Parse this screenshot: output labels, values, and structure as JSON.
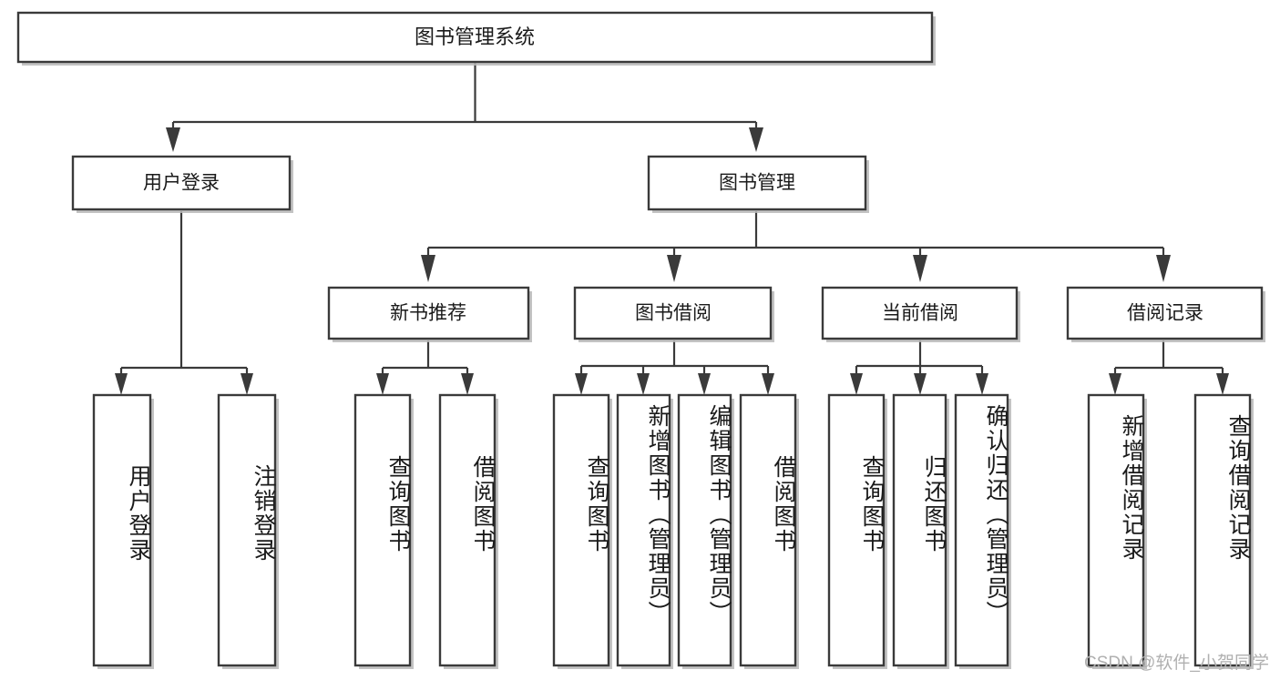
{
  "diagram": {
    "title": "图书管理系统",
    "type": "tree-hierarchy",
    "watermark": "CSDN @软件_小贺同学",
    "colors": {
      "stroke": "#3a3a3a",
      "fill": "#ffffff",
      "text": "#1a1a1a",
      "shadow": "#b9b9b9",
      "watermark": "#b0b0b0"
    },
    "root": {
      "label": "图书管理系统"
    },
    "level2": [
      {
        "label": "用户登录"
      },
      {
        "label": "图书管理"
      }
    ],
    "level3": [
      {
        "label": "新书推荐"
      },
      {
        "label": "图书借阅"
      },
      {
        "label": "当前借阅"
      },
      {
        "label": "借阅记录"
      }
    ],
    "leaves": {
      "user_login": [
        {
          "label": "用户登录"
        },
        {
          "label": "注销登录"
        }
      ],
      "new_book": [
        {
          "label": "查询图书"
        },
        {
          "label": "借阅图书"
        }
      ],
      "book_borrow": [
        {
          "label": "查询图书"
        },
        {
          "label": "新增图书（管理员）"
        },
        {
          "label": "编辑图书（管理员）"
        },
        {
          "label": "借阅图书"
        }
      ],
      "current_borrow": [
        {
          "label": "查询图书"
        },
        {
          "label": "归还图书"
        },
        {
          "label": "确认归还（管理员）"
        }
      ],
      "borrow_record": [
        {
          "label": "新增借阅记录"
        },
        {
          "label": "查询借阅记录"
        }
      ]
    }
  }
}
